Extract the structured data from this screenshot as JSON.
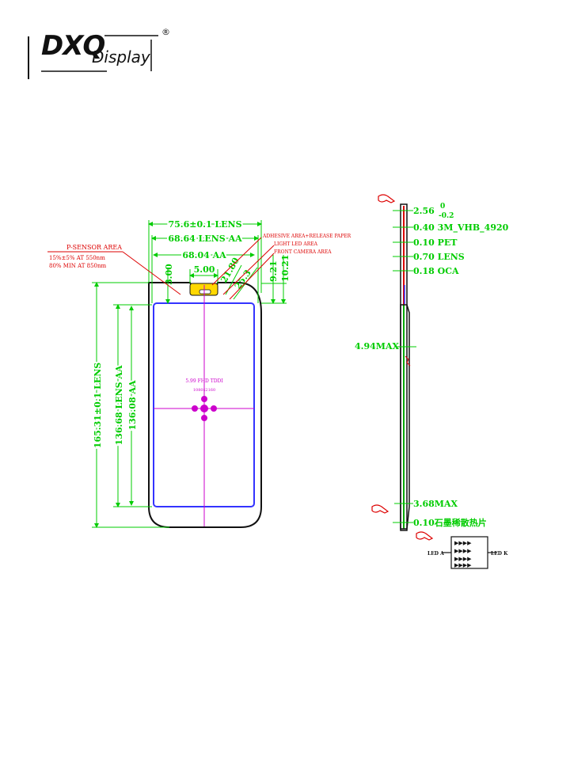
{
  "logo": {
    "brand": "DXQ",
    "sub": "Display",
    "registered": "®"
  },
  "front_view": {
    "dims": {
      "lens_width": "75.6±0.1 LENS",
      "lens_aa_width": "68.64 LENS AA",
      "aa_width": "68.04 AA",
      "notch_width": "5.00",
      "top_gap": "3.00",
      "camera_offset": "21.80",
      "adhesive_offset": "25.3",
      "sensor_h1": "9.21",
      "sensor_h2": "10.21",
      "lens_height": "165.31±0.1 LENS",
      "lens_aa_height": "136.68 LENS AA",
      "aa_height": "136.08 AA"
    },
    "callouts": {
      "adhesive": "ADHESIVE AREA+RELEASE PAPER",
      "light_led": "LIGHT LED AREA",
      "front_camera": "FRONT CAMERA AREA",
      "psensor_title": "P-SENSOR AREA",
      "psensor_line1": "15%±5% AT  550nm",
      "psensor_line2": "80% MIN AT  850nm"
    },
    "center_label_1": "5.99 FHD TDDI",
    "center_label_2": "1080x2160"
  },
  "side_view": {
    "layers": {
      "top_tol": "2.56",
      "tol_plus": "0",
      "tol_minus": "-0.2",
      "tape": "0.40 3M_VHB_4920",
      "pet": "0.10 PET",
      "lens": "0.70 LENS",
      "oca": "0.18 OCA"
    },
    "max_thickness": "4.94MAX",
    "bottom_max": "3.68MAX",
    "graphite": "0.10石墨稀散热片",
    "led_anode": "LED A",
    "led_cathode": "LED K"
  },
  "colors": {
    "dimension_green": "#00cc00",
    "callout_red": "#dd0000",
    "aa_blue": "#3333ff",
    "center_magenta": "#cc00cc",
    "notch_yellow": "#ffd800",
    "outline_black": "#111111"
  }
}
